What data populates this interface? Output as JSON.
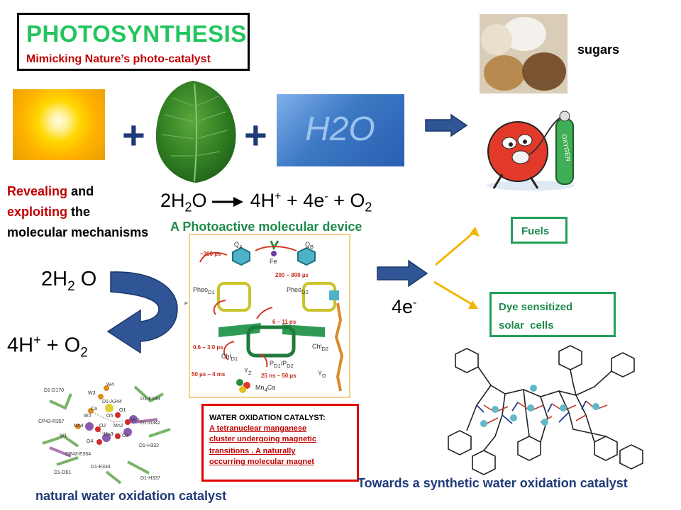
{
  "header": {
    "title": "PHOTOSYNTHESIS",
    "subtitle": "Mimicking Nature’s photo-catalyst"
  },
  "top_row": {
    "plus": "+",
    "water_label": "H2O",
    "sugars": "sugars"
  },
  "left_text": {
    "word1": "Revealing",
    "word2": "and",
    "word3": "exploiting",
    "word4": "the",
    "line3": "molecular mechanisms"
  },
  "equation": {
    "lhs_coef": "2H",
    "lhs_sub": "2",
    "lhs_o": "O",
    "rhs_a": "4H",
    "rhs_a_sup": "+",
    "rhs_b": " + 4e",
    "rhs_b_sup": "-",
    "rhs_c": " + O",
    "rhs_c_sub": "2"
  },
  "device_label": "A Photoactive molecular device",
  "cycle": {
    "top_a": "2H",
    "top_sub": "2",
    "top_b": " O",
    "bottom_a": "4H",
    "bottom_sup": "+",
    "bottom_b": " + O",
    "bottom_sub": "2"
  },
  "panel": {
    "t1": "~300 ps",
    "qa": "Q",
    "qa_sub": "A",
    "qb": "Q",
    "qb_sub": "B",
    "fe": "Fe",
    "t2": "200 – 800 µs",
    "pheo1": "Pheo",
    "pheo1_sub": "D1",
    "pheo2": "Pheo",
    "pheo2_sub": "D2",
    "t3": "6 – 11 ps",
    "t4": "0.6 – 3.0 ps",
    "chl1": "Chl",
    "chl1_sub": "D1",
    "chl2": "Chl",
    "chl2_sub": "D2",
    "p": "P",
    "p_sub1": "D1",
    "p_mid": "/P",
    "p_sub2": "D2",
    "t5": "50 µs – 4 ms",
    "yz": "Y",
    "yz_sub": "Z",
    "t6": "25 ns – 50 µs",
    "yd": "Y",
    "yd_sub": "D",
    "mn": "Mn",
    "mn_sub": "4",
    "mn_b": "Ca",
    "side": "Ρ"
  },
  "electrons": {
    "label": "4e",
    "sup": "-"
  },
  "fuels_box": "Fuels",
  "dye_box_l1": "Dye sensitized",
  "dye_box_l2": "solar  cells",
  "red_box": {
    "head": "WATER OXIDATION CATALYST:",
    "l1": "A tetranuclear manganese",
    "l2": "cluster undergoing magnetic",
    "l3a": "transitions . ",
    "l3b": "A naturally",
    "l4": "occurring molecular magnet"
  },
  "natural_caption": "natural water oxidation catalyst",
  "synthetic_caption": "Towards a synthetic water oxidation catalyst",
  "cluster_labels": {
    "a": "D1-D170",
    "b": "W3",
    "c": "W4",
    "d": "D1-E189",
    "e": "D1-A344",
    "f": "O1",
    "g": "CP43-R357",
    "h": "W2",
    "i": "Ca",
    "j": "O5",
    "k": "Mn1",
    "l": "Mn4",
    "m": "O2",
    "n": "Mn2",
    "o": "D1-D342",
    "p": "W1",
    "q": "O4",
    "r": "Mn3",
    "s": "O3",
    "t": "D1-H332",
    "u": "CP43-E354",
    "v": "D1-E333",
    "w": "D1-D61",
    "x": "D1-H337"
  },
  "colors": {
    "title_green": "#22c55e",
    "accent_red": "#c00000",
    "arrow_blue": "#2f5597",
    "arrow_gold": "#f2b705",
    "box_green": "#22a05a",
    "navy": "#1e3a78"
  }
}
